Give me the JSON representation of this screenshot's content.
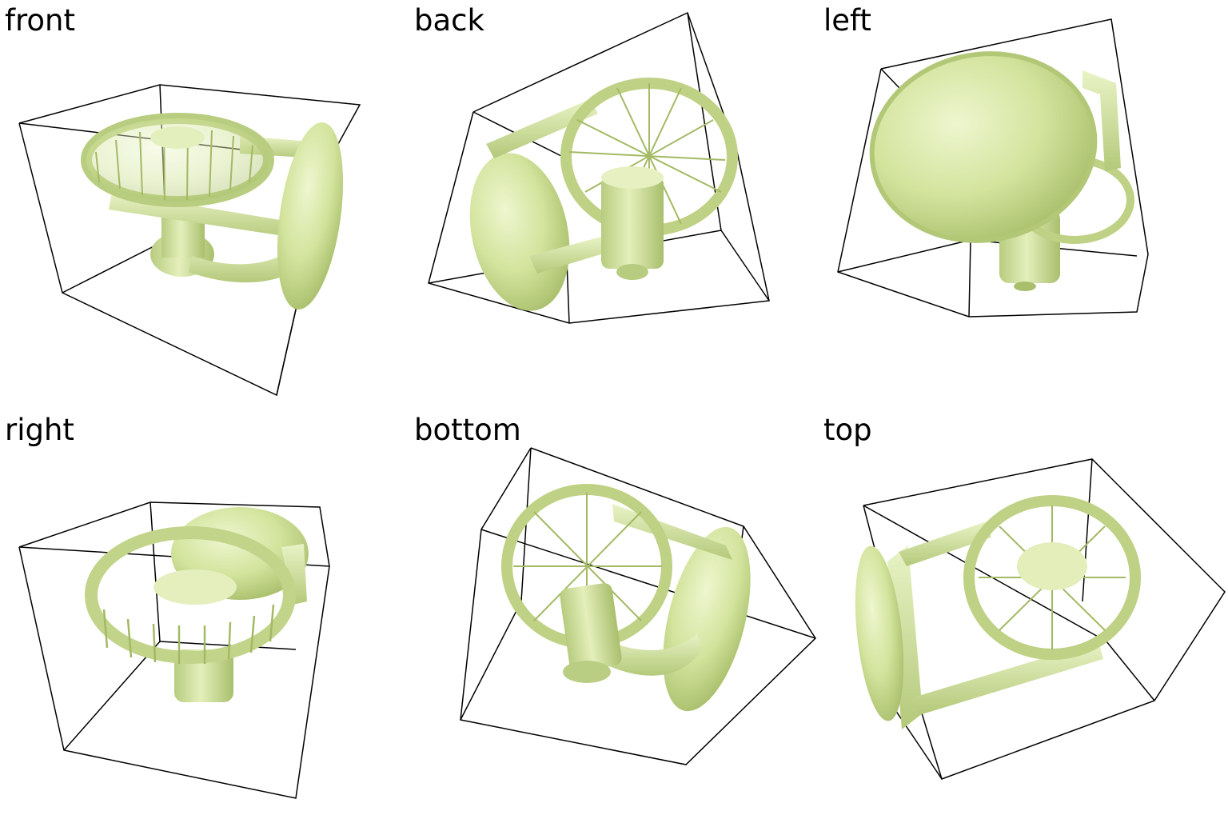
{
  "views": [
    {
      "id": "front",
      "label": "front"
    },
    {
      "id": "back",
      "label": "back"
    },
    {
      "id": "left",
      "label": "left"
    },
    {
      "id": "right",
      "label": "right"
    },
    {
      "id": "bottom",
      "label": "bottom"
    },
    {
      "id": "top",
      "label": "top"
    }
  ],
  "colors": {
    "model_fill": "#d6e6a2",
    "model_light": "#e8f2c4",
    "model_shadow": "#a9bf6a",
    "model_dark": "#8ca24e",
    "bbox_stroke": "#000000",
    "background": "#ffffff"
  },
  "object": "clip-on desk fan"
}
